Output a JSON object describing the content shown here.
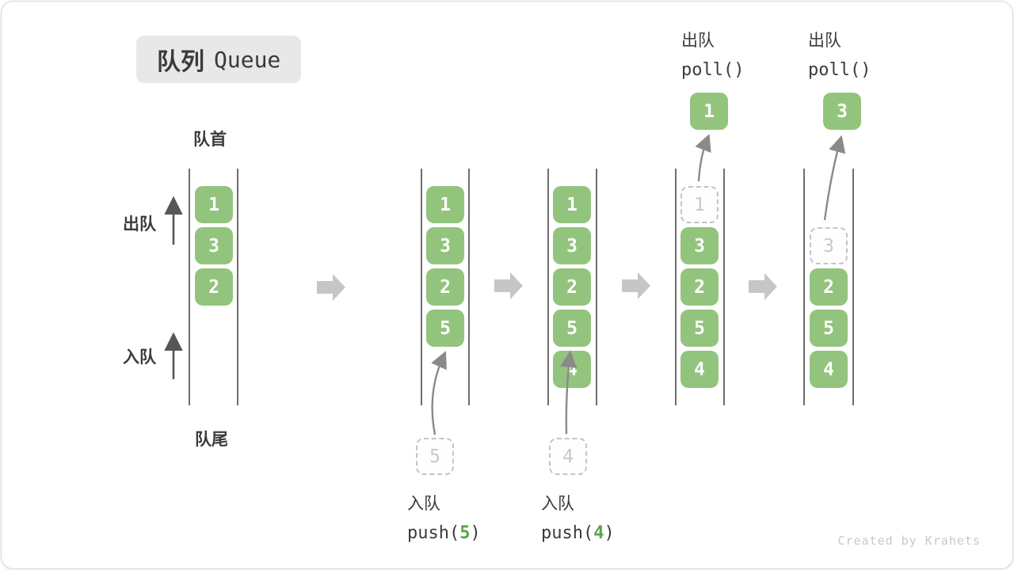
{
  "title": {
    "zh": "队列",
    "en": "Queue"
  },
  "labels": {
    "front": "队首",
    "rear": "队尾",
    "dequeue_side": "出队",
    "enqueue_side": "入队"
  },
  "operations": {
    "push5": {
      "label": "入队",
      "code_fn": "push(",
      "code_arg": "5",
      "code_close": ")"
    },
    "push4": {
      "label": "入队",
      "code_fn": "push(",
      "code_arg": "4",
      "code_close": ")"
    },
    "poll1": {
      "label": "出队",
      "code": "poll()"
    },
    "poll2": {
      "label": "出队",
      "code": "poll()"
    }
  },
  "queues": {
    "q1": {
      "boxes": [
        "1",
        "3",
        "2"
      ]
    },
    "q2": {
      "boxes": [
        "1",
        "3",
        "2",
        "5"
      ],
      "incoming": "5"
    },
    "q3": {
      "boxes": [
        "1",
        "3",
        "2",
        "5",
        "4"
      ],
      "incoming": "4"
    },
    "q4": {
      "removed": "1",
      "boxes": [
        "3",
        "2",
        "5",
        "4"
      ],
      "polled": "1"
    },
    "q5": {
      "removed": "3",
      "boxes": [
        "2",
        "5",
        "4"
      ],
      "polled": "3"
    }
  },
  "watermark": "Created by Krahets",
  "colors": {
    "box_green": "#93C47D",
    "code_arg_green": "#5BA346",
    "dashed_border_gray": "#C4C4C4",
    "flow_arrow_gray": "#8A8A8A",
    "step_arrow_gray": "#C6C6C6",
    "rail_gray": "#6E6E6E",
    "text_dark": "#3B3B3B",
    "badge_bg": "#E8E8E8",
    "watermark_gray": "#C9C9C9"
  }
}
